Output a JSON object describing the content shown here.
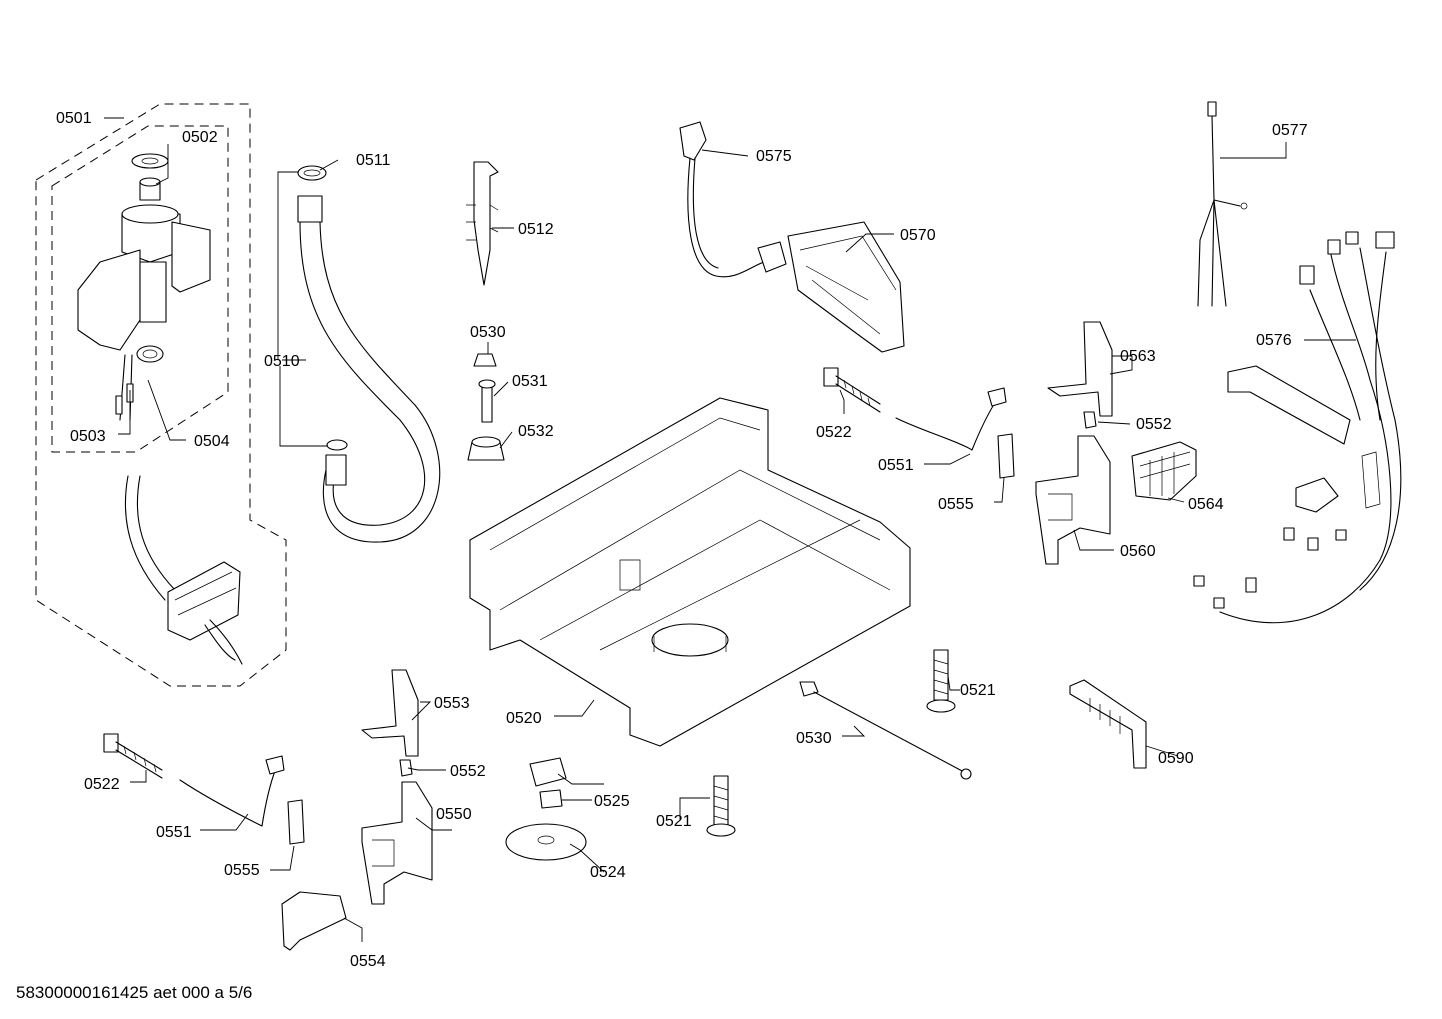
{
  "labels": {
    "p0501": "0501",
    "p0502": "0502",
    "p0503": "0503",
    "p0504": "0504",
    "p0510": "0510",
    "p0511": "0511",
    "p0512": "0512",
    "p0530a": "0530",
    "p0531": "0531",
    "p0532": "0532",
    "p0575": "0575",
    "p0570": "0570",
    "p0577": "0577",
    "p0576": "0576",
    "p0563": "0563",
    "p0552a": "0552",
    "p0522a": "0522",
    "p0551a": "0551",
    "p0555a": "0555",
    "p0564": "0564",
    "p0560": "0560",
    "p0520": "0520",
    "p0521a": "0521",
    "p0530b": "0530",
    "p0590": "0590",
    "p0553": "0553",
    "p0552b": "0552",
    "p0550": "0550",
    "p0525": "0525",
    "p0524": "0524",
    "p0521b": "0521",
    "p0522b": "0522",
    "p0551b": "0551",
    "p0555b": "0555",
    "p0554": "0554"
  },
  "footer": "58300000161425 aet 000 a 5/6"
}
